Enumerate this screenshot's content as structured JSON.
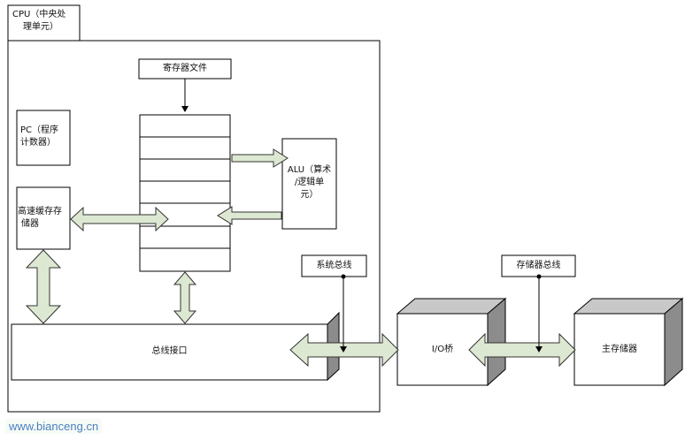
{
  "cpu": {
    "title_line1": "CPU（中央处",
    "title_line2": "理单元）",
    "register_file_label": "寄存器文件",
    "pc_line1": "PC（程序",
    "pc_line2": "计数器）",
    "alu_line1": "ALU（算术",
    "alu_line2": "/逻辑单",
    "alu_line3": "元）",
    "cache_line1": "高速缓存存",
    "cache_line2": "储器",
    "bus_interface_label": "总线接口"
  },
  "system_bus_label": "系统总线",
  "memory_bus_label": "存储器总线",
  "io_bridge_label": "I/O桥",
  "main_memory_label": "主存储器",
  "watermark": "www.bianceng.cn",
  "colors": {
    "arrow_fill": "#dde8d2",
    "arrow_stroke": "#333333",
    "box_side": "#8c8c8c",
    "box_top": "#c8c8c8",
    "line": "#000000"
  }
}
